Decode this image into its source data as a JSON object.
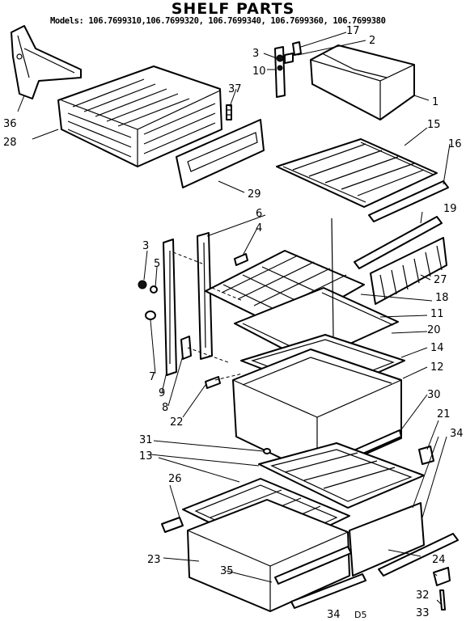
{
  "title": "SHELF PARTS",
  "models": "Models: 106.7699310,106.7699320, 106.7699340, 106.7699360, 106.7699380",
  "code": "D5",
  "callouts": [
    "1",
    "2",
    "3",
    "10",
    "17",
    "37",
    "36",
    "28",
    "15",
    "16",
    "29",
    "6",
    "4",
    "19",
    "3",
    "5",
    "27",
    "18",
    "11",
    "20",
    "14",
    "12",
    "30",
    "7",
    "9",
    "8",
    "22",
    "21",
    "34",
    "31",
    "13",
    "26",
    "23",
    "35",
    "24",
    "32",
    "33",
    "34"
  ]
}
